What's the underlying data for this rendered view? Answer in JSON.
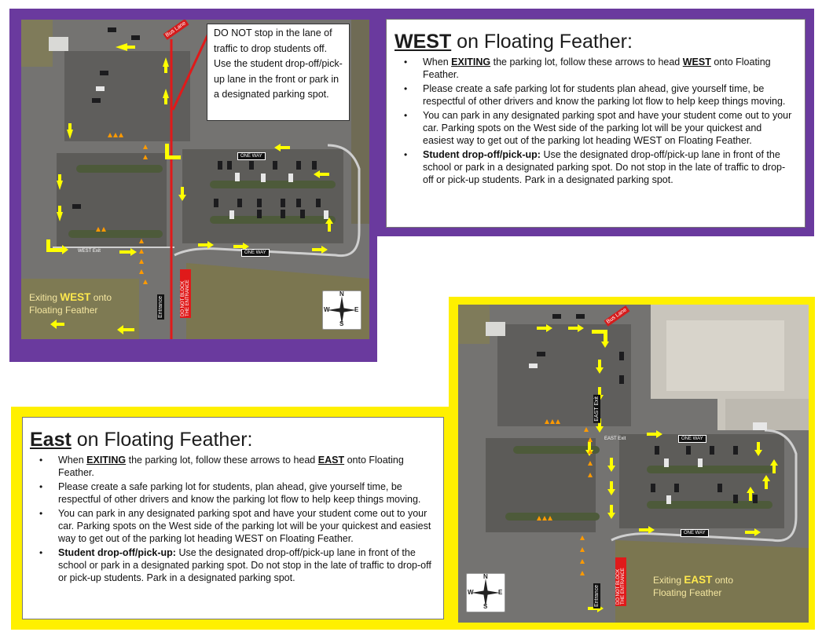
{
  "colors": {
    "purple": "#6a3a9e",
    "yellow": "#fff000",
    "arrow": "#ffff00",
    "red": "#e01a1a"
  },
  "callout": {
    "text": "DO NOT stop in the lane of traffic to drop students off.  Use the student drop-off/pick-up lane in the front or park in a designated parking spot."
  },
  "west_panel": {
    "heading_dir": "WEST",
    "heading_rest": " on Floating Feather:",
    "bullets": {
      "b1_pre": "When ",
      "b1_key": "EXITING",
      "b1_mid": " the parking lot, follow these arrows to head ",
      "b1_dir": "WEST",
      "b1_post": " onto Floating Feather.",
      "b2": "Please create a safe parking lot for students plan ahead, give yourself time, be respectful of other drivers and know the parking lot flow to help keep things moving.",
      "b3": "You can park in any designated parking spot and have your student come out to your car.  Parking spots on the West side of the parking lot will be your quickest and easiest way to get out of the parking lot heading WEST on Floating Feather.",
      "b4_key": "Student drop-off/pick-up:",
      "b4_rest": " Use the designated drop-off/pick-up lane in front of the school or park in a designated parking spot.  Do not stop in the late of traffic to drop-off or pick-up students.  Park in a designated parking spot."
    }
  },
  "east_panel": {
    "heading_dir": "East",
    "heading_rest": " on Floating Feather:",
    "bullets": {
      "b1_pre": "When ",
      "b1_key": "EXITING",
      "b1_mid": " the parking lot, follow these arrows to head ",
      "b1_dir": "EAST",
      "b1_post": " onto Floating Feather.",
      "b2": "Please create a safe parking lot for students, plan ahead, give yourself time, be respectful of other drivers and know the parking lot flow to help keep things moving.",
      "b3": "You can park in any designated parking spot and have your student come out to your car.  Parking spots on the West side of the parking lot will be your quickest and easiest way to get out of the parking lot heading WEST on Floating Feather.",
      "b4_key": "Student drop-off/pick-up:",
      "b4_rest": " Use the designated drop-off/pick-up lane in front of the school or park in a designated parking spot.  Do not stop in the late of traffic to drop-off or pick-up students.  Park in a designated parking spot."
    }
  },
  "west_map": {
    "exit_label_pre": "Exiting ",
    "exit_label_dir": "WEST",
    "exit_label_post": " onto",
    "exit_label_road": "Floating Feather",
    "one_way_1": "ONE WAY",
    "one_way_2": "ONE WAY",
    "west_exit": "WEST Exit",
    "entrance": "Entrance",
    "do_not_block": "DO NOT BLOCK THE ENTRANCE",
    "bus_lane": "Bus Lane"
  },
  "east_map": {
    "exit_label_pre": "Exiting ",
    "exit_label_dir": "EAST",
    "exit_label_post": " onto",
    "exit_label_road": "Floating Feather",
    "one_way_1": "ONE WAY",
    "one_way_2": "ONE WAY",
    "east_exit": "EAST Exit",
    "east_exit_2": "EAST Exit",
    "entrance": "Entrance",
    "do_not_block": "DO NOT BLOCK THE ENTRANCE",
    "bus_lane": "Bus Lane"
  },
  "compass": {
    "n": "N",
    "s": "S",
    "e": "E",
    "w": "W"
  }
}
